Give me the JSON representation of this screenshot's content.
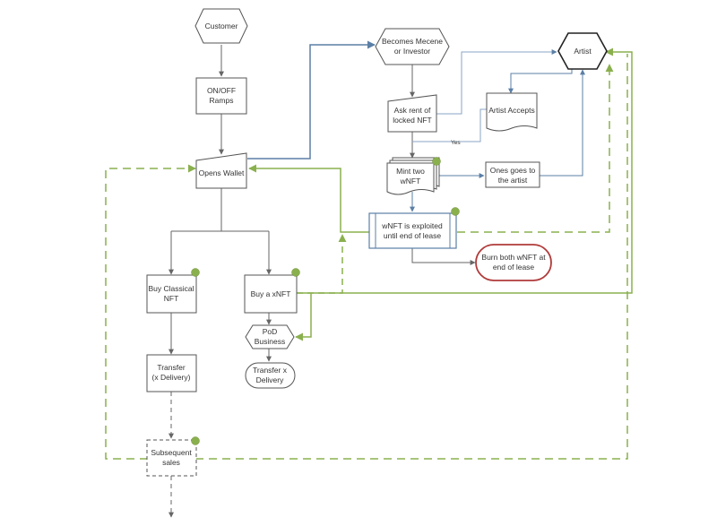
{
  "diagram": {
    "nodes": {
      "customer": "Customer",
      "onoff_1": "ON/OFF",
      "onoff_2": "Ramps",
      "wallet": "Opens Wallet",
      "mecene_1": "Becomes Mecene",
      "mecene_2": "or Investor",
      "artist": "Artist",
      "askrent_1": "Ask rent of",
      "askrent_2": "locked NFT",
      "accepts": "Artist Accepts",
      "mint_1": "Mint  two",
      "mint_2": "wNFT",
      "ones_1": "Ones goes to",
      "ones_2": "the artist",
      "exploited_1": "wNFT is exploited",
      "exploited_2": "until end of lease",
      "burn_1": "Burn both wNFT at",
      "burn_2": "end of lease",
      "buyclassical_1": "Buy Classical",
      "buyclassical_2": "NFT",
      "buyx": "Buy a xNFT",
      "pod_1": "PoD",
      "pod_2": "Business",
      "transferx_1": "Transfer x",
      "transferx_2": "Delivery",
      "transfer_1": "Transfer",
      "transfer_2": "(x Delivery)",
      "subsequent_1": "Subsequent",
      "subsequent_2": "sales"
    },
    "edge_labels": {
      "yes": "Yes"
    },
    "colors": {
      "node_stroke": "#555555",
      "blue_line": "#5b7fa6",
      "green_line": "#8ab04e",
      "gray_line": "#666666",
      "burn_stroke": "#b03a3a",
      "dot": "#8ab04e"
    }
  }
}
